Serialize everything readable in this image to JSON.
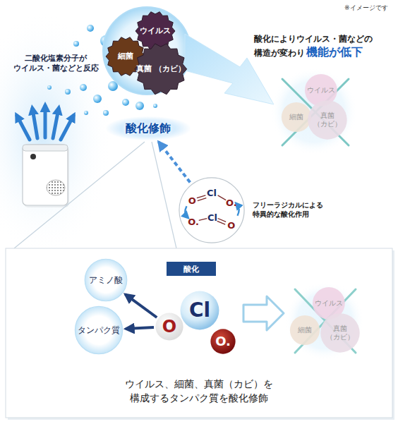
{
  "diagram": {
    "nodes": [
      {
        "text": [
          "ウイルス"
        ]
      },
      {
        "text": [
          "細菌"
        ]
      },
      {
        "text": [
          "真菌 （カビ）"
        ]
      },
      {
        "text": [
          "ウイルス"
        ]
      },
      {
        "text": [
          "細菌"
        ]
      },
      {
        "text": [
          "真菌 （カビ）"
        ]
      },
      {
        "text": [
          "酸化修飾"
        ]
      },
      {
        "text": [
          "O",
          "Cl",
          "O.",
          "O.",
          "Cl",
          "O"
        ]
      },
      {
        "text": [
          "ウイルス、細菌、真菌（カビ）を 構成するタンパク質を酸化修飾"
        ]
      },
      {
        "text": [
          "酸化"
        ],
        "in": 8
      },
      {
        "text": [
          "アミノ酸"
        ],
        "in": 8
      },
      {
        "text": [
          "タンパク質"
        ],
        "in": 8
      },
      {
        "text": [
          "O"
        ],
        "in": 8
      },
      {
        "text": [
          "Cl"
        ],
        "in": 8
      },
      {
        "text": [
          "O."
        ],
        "in": 8
      },
      {
        "text": [
          "ウイルス"
        ],
        "in": 8
      },
      {
        "text": [
          "細菌"
        ],
        "in": 8
      },
      {
        "text": [
          "真菌 （カビ）"
        ],
        "in": 8
      }
    ],
    "edges": [
      {
        "from": 7,
        "to": 6,
        "arrow": "to"
      },
      {
        "from": 12,
        "to": 10,
        "arrow": "to"
      },
      {
        "from": 12,
        "to": 11,
        "arrow": "to"
      }
    ],
    "labels": [
      "※イメージです",
      "二酸化塩素分子が ウイルス・菌などと反応",
      "酸化によりウイルス・菌などの",
      "構造が変わり",
      "機能が低下",
      "フリーラジカルによる 特異的な酸化作用"
    ]
  }
}
